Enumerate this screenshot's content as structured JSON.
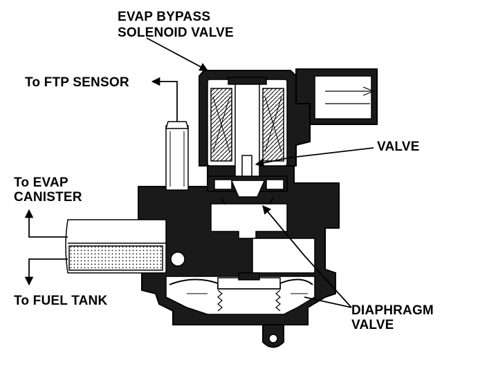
{
  "diagram": {
    "labels": {
      "solenoid_line1": "EVAP BYPASS",
      "solenoid_line2": "SOLENOID  VALVE",
      "ftp_sensor": "To FTP SENSOR",
      "valve": "VALVE",
      "evap_line1": "To EVAP",
      "evap_line2": "CANISTER",
      "fuel_tank": "To FUEL TANK",
      "diaphragm_line1": "DIAPHRAGM",
      "diaphragm_line2": "VALVE"
    }
  },
  "colors": {
    "ink": "#000000",
    "paper": "#ffffff",
    "section": "#1a1a1a"
  }
}
